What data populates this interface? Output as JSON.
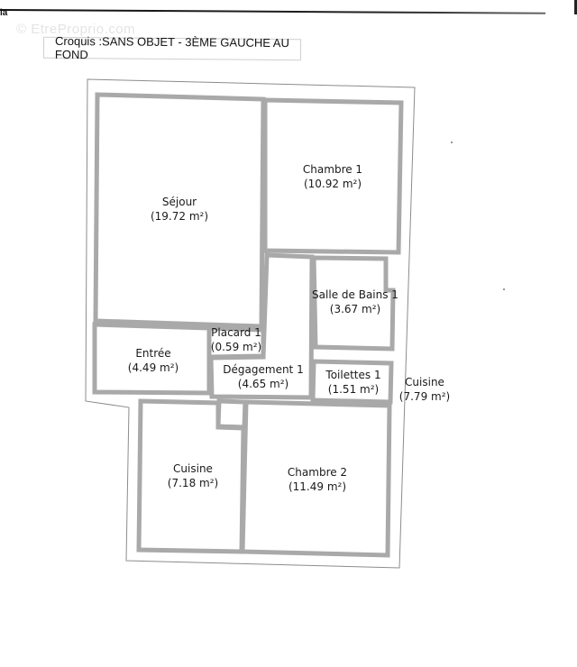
{
  "header": {
    "corner_fragment": "ia",
    "watermark": "© EtreProprio.com",
    "title": "Croquis :SANS OBJET - 3ÈME GAUCHE AU FOND"
  },
  "colors": {
    "wall": "#a9a9a9",
    "outline": "#8c8c8c",
    "background": "#ffffff",
    "text": "#1a1a1a"
  },
  "rooms": [
    {
      "id": "sejour",
      "name": "Séjour",
      "area": "(19.72 m²)"
    },
    {
      "id": "chambre1",
      "name": "Chambre 1",
      "area": "(10.92 m²)"
    },
    {
      "id": "salle-de-bains1",
      "name": "Salle de Bains 1",
      "area": "(3.67 m²)"
    },
    {
      "id": "placard1",
      "name": "Placard 1",
      "area": "(0.59 m²)"
    },
    {
      "id": "entree",
      "name": "Entrée",
      "area": "(4.49 m²)"
    },
    {
      "id": "degagement1",
      "name": "Dégagement 1",
      "area": "(4.65 m²)"
    },
    {
      "id": "toilettes1",
      "name": "Toilettes 1",
      "area": "(1.51 m²)"
    },
    {
      "id": "cuisine-ext",
      "name": "Cuisine",
      "area": "(7.79 m²)"
    },
    {
      "id": "cuisine",
      "name": "Cuisine",
      "area": "(7.18 m²)"
    },
    {
      "id": "chambre2",
      "name": "Chambre 2",
      "area": "(11.49 m²)"
    }
  ]
}
